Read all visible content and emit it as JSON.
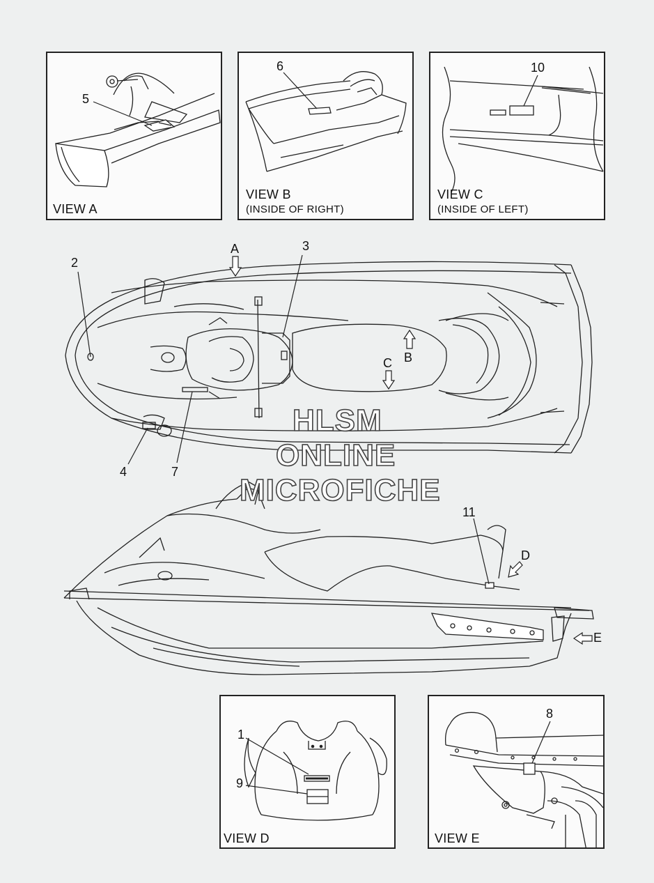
{
  "views": {
    "a": {
      "title": "VIEW A",
      "subtitle": ""
    },
    "b": {
      "title": "VIEW B",
      "subtitle": "(INSIDE OF RIGHT)"
    },
    "c": {
      "title": "VIEW C",
      "subtitle": "(INSIDE OF LEFT)"
    },
    "d": {
      "title": "VIEW D",
      "subtitle": ""
    },
    "e": {
      "title": "VIEW E",
      "subtitle": ""
    }
  },
  "callouts": {
    "n1": "1",
    "n2": "2",
    "n3": "3",
    "n4": "4",
    "n5": "5",
    "n6": "6",
    "n7": "7",
    "n8": "8",
    "n9": "9",
    "n10": "10",
    "n11": "11"
  },
  "view_arrows": {
    "a": "A",
    "b": "B",
    "c": "C",
    "d": "D",
    "e": "E"
  },
  "watermark": {
    "line1": "HLSM",
    "line2": "ONLINE",
    "line3": "MICROFICHE"
  },
  "colors": {
    "background": "#eef0f0",
    "line": "#222222",
    "panel": "#fbfbfb"
  }
}
